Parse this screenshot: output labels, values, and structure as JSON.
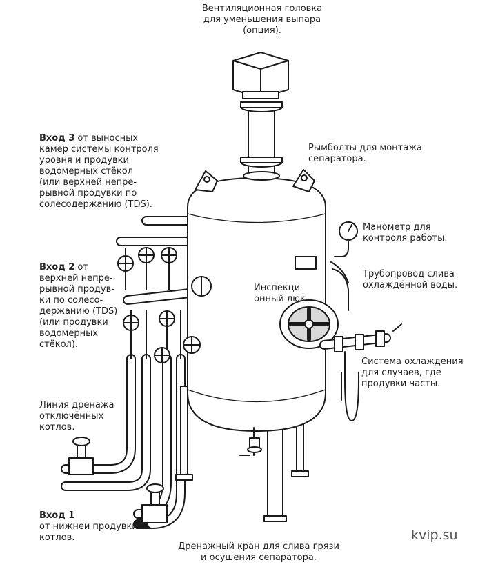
{
  "labels": {
    "vent_head": [
      "Вентиляционная головка",
      "для уменьшения выпара",
      "(опция)."
    ],
    "lifting_eyes": [
      "Рымболты для монтажа",
      "сепаратора."
    ],
    "gauge": [
      "Манометр для",
      "контроля работы."
    ],
    "cooled_drain": [
      "Трубопровод слива",
      "охлаждённой воды."
    ],
    "inspection": [
      "Инспекци-",
      "онный люк"
    ],
    "cooling": [
      "Система охлаждения",
      "для случаев, где",
      "продувки часты."
    ],
    "drain_valve": [
      "Дренажный кран для слива грязи",
      "и осушения сепаратора."
    ],
    "inlet3": {
      "bold": "Вход 3",
      "first_rest": " от выносных",
      "lines": [
        "камер системы контроля",
        "уровня и продувки",
        "водомерных стёкол",
        "(или верхней непре-",
        "рывной продувки по",
        "солесодержанию (TDS)."
      ]
    },
    "inlet2": {
      "bold": "Вход 2",
      "first_rest": " от",
      "lines": [
        "верхней непре-",
        "рывной продув-",
        "ки по солесо-",
        "держанию (TDS)",
        "(или продувки",
        "водомерных",
        "стёкол)."
      ]
    },
    "drain_line": [
      "Линия дренажа",
      "отключённых",
      "котлов."
    ],
    "inlet1": {
      "bold": "Вход 1",
      "lines": [
        "от нижней продувки",
        "котлов."
      ]
    }
  },
  "watermark": "kvip.su",
  "colors": {
    "line": "#1a1a1a",
    "fill": "#ffffff",
    "shade": "#d9d9d9"
  },
  "icons": [
    "vent-head-icon",
    "pressure-gauge-icon",
    "gate-valve-icon",
    "inspection-hatch-icon",
    "lifting-eye-icon"
  ]
}
